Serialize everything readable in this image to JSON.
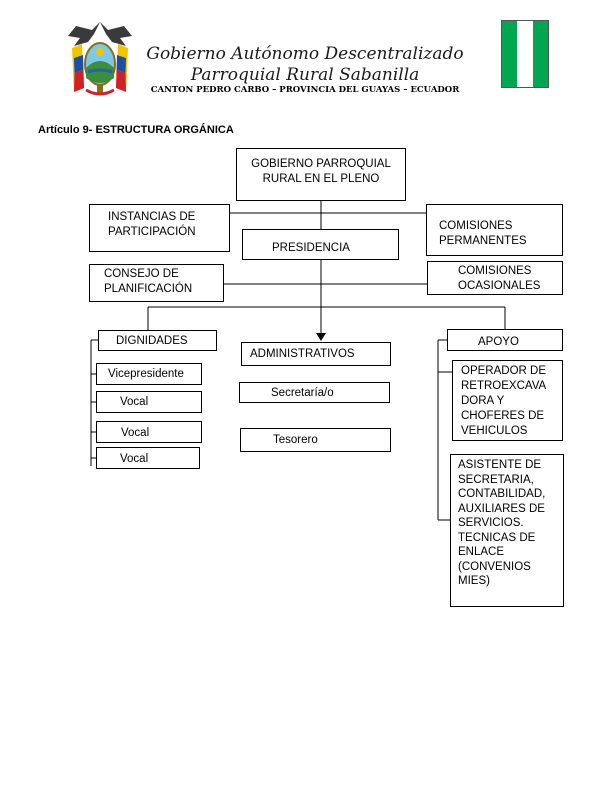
{
  "header": {
    "title_line1": "Gobierno Autónomo Descentralizado",
    "title_line2": "Parroquial Rural Sabanilla",
    "subtitle": "CANTON PEDRO CARBO – PROVINCIA DEL GUAYAS – ECUADOR",
    "coat_of_arms_icon": "ecuador-coat-of-arms-icon",
    "flag_icon": "sabanilla-flag-icon",
    "flag_colors": [
      "#00a651",
      "#ffffff",
      "#00a651"
    ]
  },
  "article_title": "Artículo 9- ESTRUCTURA ORGÁNICA",
  "org": {
    "gobierno": "GOBIERNO PARROQUIAL RURAL EN EL PLENO",
    "instancias": "INSTANCIAS DE PARTICIPACIÓN",
    "comisiones_permanentes": "COMISIONES PERMANENTES",
    "presidencia": "PRESIDENCIA",
    "consejo": "CONSEJO DE PLANIFICACIÓN",
    "comisiones_ocasionales": "COMISIONES OCASIONALES",
    "dignidades": "DIGNIDADES",
    "dignidades_items": [
      "Vicepresidente",
      "Vocal",
      "Vocal",
      "Vocal"
    ],
    "administrativos": "ADMINISTRATIVOS",
    "administrativos_items": [
      "Secretaría/o",
      "Tesorero"
    ],
    "apoyo": "APOYO",
    "apoyo_items": [
      "OPERADOR DE RETROEXCAVA DORA Y CHOFERES DE VEHICULOS",
      "ASISTENTE DE SECRETARIA, CONTABILIDAD, AUXILIARES DE SERVICIOS. TECNICAS DE ENLACE (CONVENIOS MIES)"
    ]
  }
}
